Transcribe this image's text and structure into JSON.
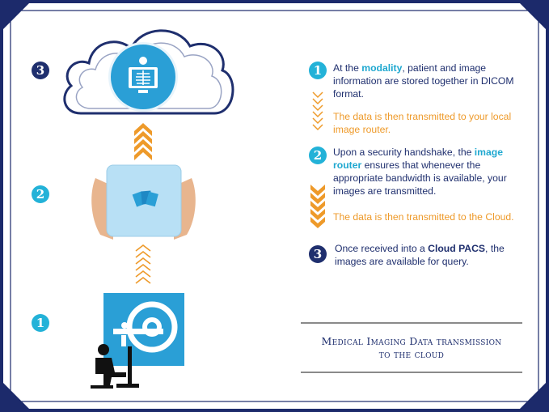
{
  "steps_left": [
    {
      "number": "3"
    },
    {
      "number": "2"
    },
    {
      "number": "1"
    }
  ],
  "steps_right": {
    "step1": {
      "number": "1",
      "text_a": "At the ",
      "text_bold": "modality",
      "text_b": ", patient and image information are stored together in DICOM format."
    },
    "transmit1": "The data is then transmitted to your local image router.",
    "step2": {
      "number": "2",
      "text_a": "Upon a security handshake, the ",
      "text_bold": "image router",
      "text_b": "  ensures that whenever the appropriate bandwidth is available, your images are transmitted."
    },
    "transmit2": "The data is then transmitted to the Cloud.",
    "step3": {
      "number": "3",
      "text_a": "Once received into a ",
      "text_bold": "Cloud PACS",
      "text_b": ", the images are available for query."
    }
  },
  "caption": {
    "line1": "Medical Imaging Data transmission",
    "line2": "to the cloud"
  },
  "colors": {
    "navy": "#1f2f6e",
    "teal": "#23b2d8",
    "orange": "#ee9a2a",
    "sky": "#2a9fd6"
  },
  "icons": [
    "cloud-icon",
    "xray-monitor-icon",
    "router-device-icon",
    "mri-scanner-icon",
    "technician-icon",
    "chevron-up-icon",
    "chevron-down-icon"
  ]
}
